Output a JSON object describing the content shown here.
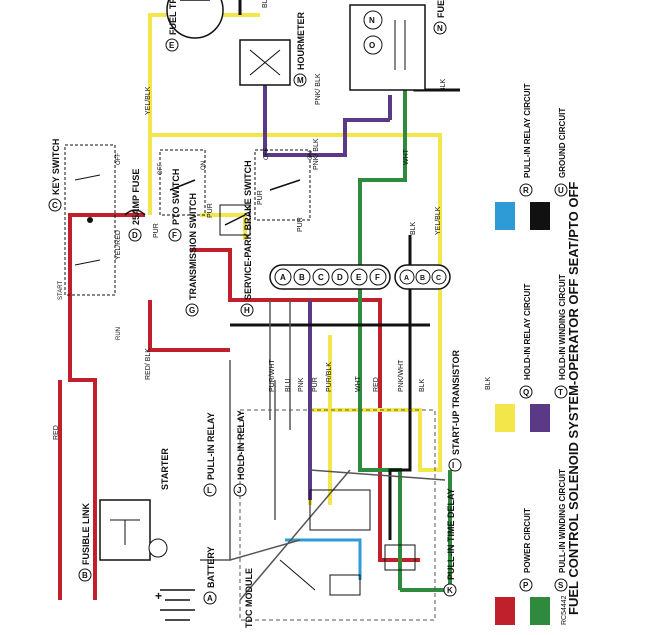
{
  "title": "FUEL CONTROL SOLENOID SYSTEM-OPERATOR OFF SEAT/PTO OFF",
  "figure_code": "RC54442",
  "components": {
    "A": "BATTERY",
    "B": "FUSIBLE LINK",
    "C": "KEY SWITCH",
    "D": "25AMP FUSE",
    "E": "FUEL TRANSFER PUMP",
    "F": "PTO SWITCH",
    "G": "TRANSMISSION SWITCH",
    "H": "SERVICE-PARK BRAKE SWITCH",
    "I": "START-UP TRANSISTOR",
    "J": "HOLD-IN RELAY",
    "K": "PULL-IN TIME DELAY",
    "L": "PULL-IN RELAY",
    "M": "HOURMETER",
    "N": "FUEL SHUTOFF SOLENOID",
    "starter": "STARTER",
    "tdc": "TDC MODULE"
  },
  "legend": [
    {
      "letter": "P",
      "label": "POWER CIRCUIT",
      "color": "#c0202c"
    },
    {
      "letter": "Q",
      "label": "HOLD-IN RELAY CIRCUIT",
      "color": "#f2e64a"
    },
    {
      "letter": "R",
      "label": "PULL-IN RELAY CIRCUIT",
      "color": "#2e9bd6"
    },
    {
      "letter": "S",
      "label": "PULL-IN WINDING CIRCUIT",
      "color": "#2f8a3e"
    },
    {
      "letter": "T",
      "label": "HOLD-IN WINDING CIRCUIT",
      "color": "#5a3a86"
    },
    {
      "letter": "U",
      "label": "GROUND CIRCUIT",
      "color": "#111111"
    }
  ],
  "wire_labels": {
    "red": "RED",
    "red_blk": "RED/ BLK",
    "yel_red": "YEL/RED",
    "pur": "PUR",
    "pur_wht": "PUR/WHT",
    "blu": "BLU",
    "pnk": "PNK",
    "pur_blk": "PUR/BLK",
    "wht": "WHT",
    "pnk_wht": "PNK/WHT",
    "blk": "BLK",
    "yel_blk": "YEL/BLK",
    "pnk_blk": "PNK/ BLK"
  },
  "switch_labels": {
    "start": "START",
    "run": "RUN",
    "off": "OFF",
    "on": "ON"
  },
  "connector_pins": [
    "A",
    "B",
    "C",
    "D",
    "E",
    "F"
  ],
  "connector2_pins": [
    "A",
    "B",
    "C"
  ]
}
